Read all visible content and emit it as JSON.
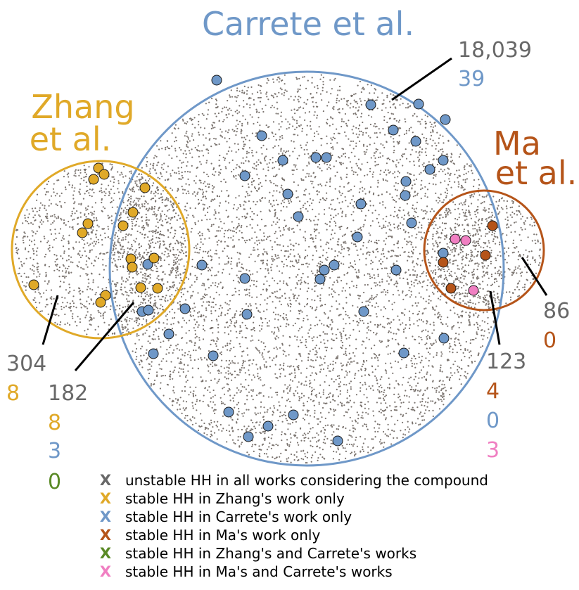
{
  "colors": {
    "gray": "#686868",
    "zhang": "#e0a928",
    "carrete": "#6f98c8",
    "ma": "#b55419",
    "green": "#5a8a26",
    "pink": "#f07fc2",
    "dot": "#7b746f"
  },
  "circles": {
    "zhang": {
      "title_line1": "Zhang",
      "title_line2": "et al."
    },
    "carrete": {
      "title": "Carrete et al."
    },
    "ma": {
      "title_line1": "Ma",
      "title_line2": "et al."
    }
  },
  "counts": {
    "carrete_only": {
      "total": "18,039",
      "stable_carrete": "39"
    },
    "ma_only": {
      "total": "86",
      "stable_ma": "0"
    },
    "zhang_only": {
      "total": "304",
      "stable_zhang": "8"
    },
    "zhang_carrete": {
      "total": "182",
      "stable_zhang": "8",
      "stable_carrete": "3",
      "stable_both": "0"
    },
    "ma_carrete": {
      "total": "123",
      "stable_ma": "4",
      "stable_carrete": "0",
      "stable_both": "3"
    }
  },
  "legend": [
    {
      "marker": "X",
      "label": "unstable HH in all works considering the compound",
      "color_key": "gray"
    },
    {
      "marker": "X",
      "label": "stable HH in Zhang's work only",
      "color_key": "zhang"
    },
    {
      "marker": "X",
      "label": "stable HH in Carrete's work only",
      "color_key": "carrete"
    },
    {
      "marker": "X",
      "label": "stable HH in Ma's work only",
      "color_key": "ma"
    },
    {
      "marker": "X",
      "label": "stable HH in Zhang's and Carrete's works",
      "color_key": "green"
    },
    {
      "marker": "X",
      "label": "stable HH in Ma's and Carrete's works",
      "color_key": "pink"
    }
  ]
}
